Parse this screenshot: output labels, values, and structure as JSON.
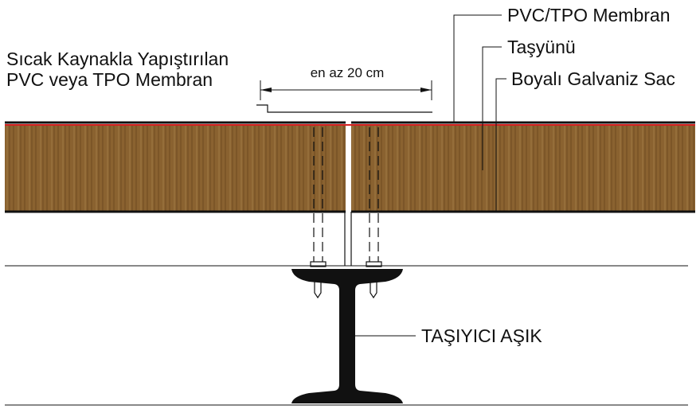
{
  "labels": {
    "left_line1": "Sıcak Kaynakla Yapıştırılan",
    "left_line2": "PVC veya TPO Membran",
    "overlap": "en az 20 cm",
    "membrane": "PVC/TPO Membran",
    "insulation": "Taşyünü",
    "steel_sheet": "Boyalı Galvaniz Sac",
    "purlin": "TAŞIYICI AŞIK"
  },
  "colors": {
    "insulation_fill": "#8a6230",
    "membrane_red": "#d42020",
    "line": "#111111"
  }
}
